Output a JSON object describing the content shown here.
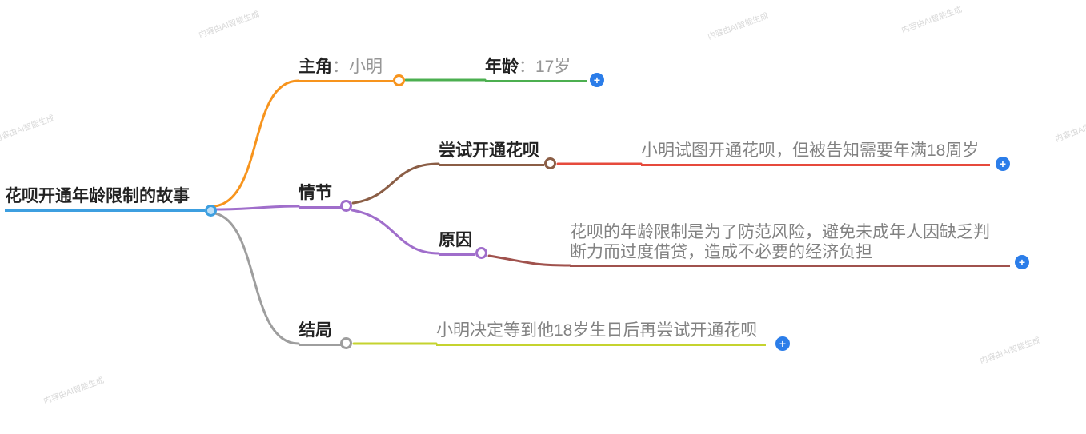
{
  "watermark": "内容由AI智能生成",
  "root": {
    "label": "花呗开通年龄限制的故事"
  },
  "branches": {
    "protagonist": {
      "label": "主角",
      "colon": "：",
      "value": "小明"
    },
    "age": {
      "label": "年龄",
      "colon": "：",
      "value": "17岁"
    },
    "plot": {
      "label": "情节"
    },
    "attempt": {
      "label": "尝试开通花呗",
      "detail": "小明试图开通花呗，但被告知需要年满18周岁"
    },
    "reason": {
      "label": "原因",
      "detail": "花呗的年龄限制是为了防范风险，避免未成年人因缺乏判断力而过度借贷，造成不必要的经济负担"
    },
    "ending": {
      "label": "结局",
      "detail": "小明决定等到他18岁生日后再尝试开通花呗"
    }
  },
  "icons": {
    "plus": "+"
  },
  "colors": {
    "blue": "#3d9fe0",
    "orange": "#f7941d",
    "green": "#4caf50",
    "purple": "#a06ecb",
    "brown": "#8b5e46",
    "red": "#e64a3c",
    "darkred": "#a0524d",
    "gray": "#9e9e9e",
    "yellowgreen": "#c5d32f",
    "plusblue": "#2b7de9"
  }
}
